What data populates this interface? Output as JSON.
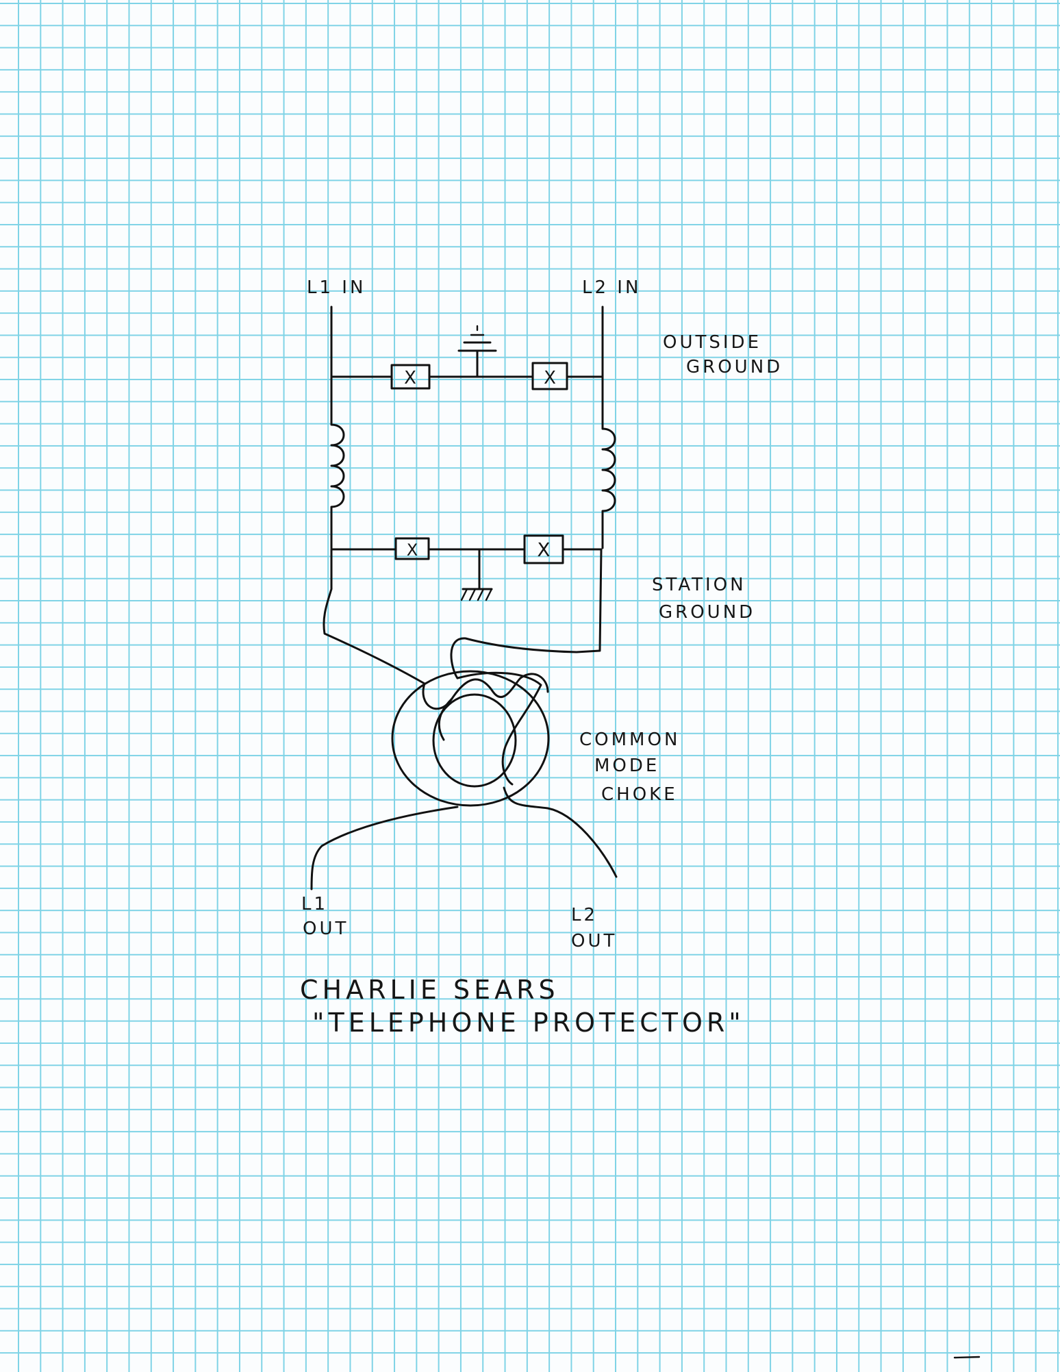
{
  "labels": {
    "l1_in": "L1 IN",
    "l2_in": "L2 IN",
    "outside_ground_1": "OUTSIDE",
    "outside_ground_2": "GROUND",
    "station_ground_1": "STATION",
    "station_ground_2": "GROUND",
    "cm_choke_1": "COMMON",
    "cm_choke_2": "MODE",
    "cm_choke_3": "CHOKE",
    "l1_out_1": "L1",
    "l1_out_2": "OUT",
    "l2_out_1": "L2",
    "l2_out_2": "OUT",
    "protector_mark": "X"
  },
  "signature": {
    "name": "CHARLIE SEARS",
    "title": "\"TELEPHONE PROTECTOR\""
  },
  "colors": {
    "paper": "#fbfdfe",
    "grid": "#7fd3e6",
    "ink": "#111111"
  }
}
